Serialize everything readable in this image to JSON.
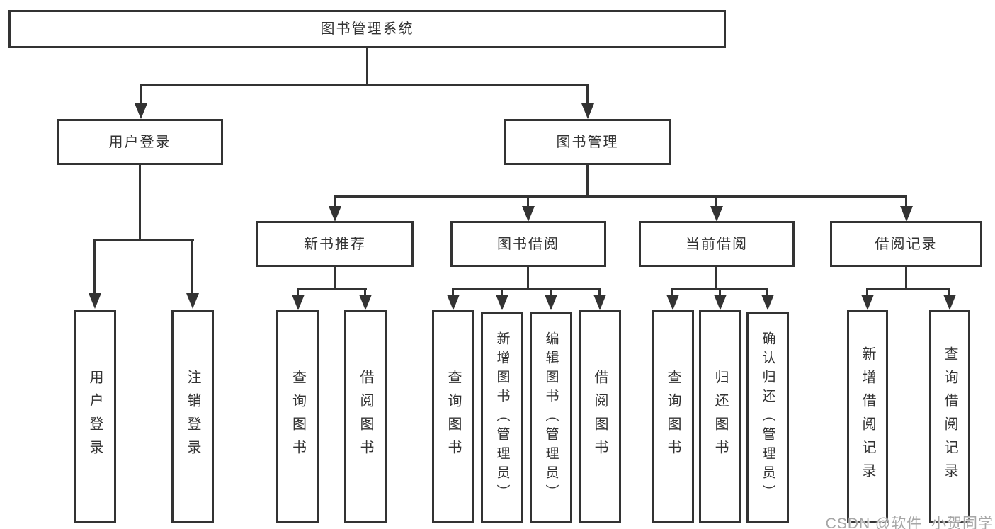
{
  "diagram": {
    "root": {
      "label": "图书管理系统"
    },
    "login": {
      "label": "用户登录",
      "children": [
        {
          "label": "用户登录"
        },
        {
          "label": "注销登录"
        }
      ]
    },
    "management": {
      "label": "图书管理",
      "groups": [
        {
          "label": "新书推荐",
          "children": [
            {
              "label": "查询图书"
            },
            {
              "label": "借阅图书"
            }
          ]
        },
        {
          "label": "图书借阅",
          "children": [
            {
              "label": "查询图书"
            },
            {
              "label": "新增图书（管理员）"
            },
            {
              "label": "编辑图书（管理员）"
            },
            {
              "label": "借阅图书"
            }
          ]
        },
        {
          "label": "当前借阅",
          "children": [
            {
              "label": "查询图书"
            },
            {
              "label": "归还图书"
            },
            {
              "label": "确认归还（管理员）"
            }
          ]
        },
        {
          "label": "借阅记录",
          "children": [
            {
              "label": "新增借阅记录"
            },
            {
              "label": "查询借阅记录"
            }
          ]
        }
      ]
    }
  },
  "watermark": {
    "text": "CSDN @软件_小贺同学"
  },
  "colors": {
    "line": "#333333",
    "text": "#333333",
    "box_fill": "#ffffff",
    "background": "#ffffff",
    "watermark": "#a6a6a6"
  }
}
